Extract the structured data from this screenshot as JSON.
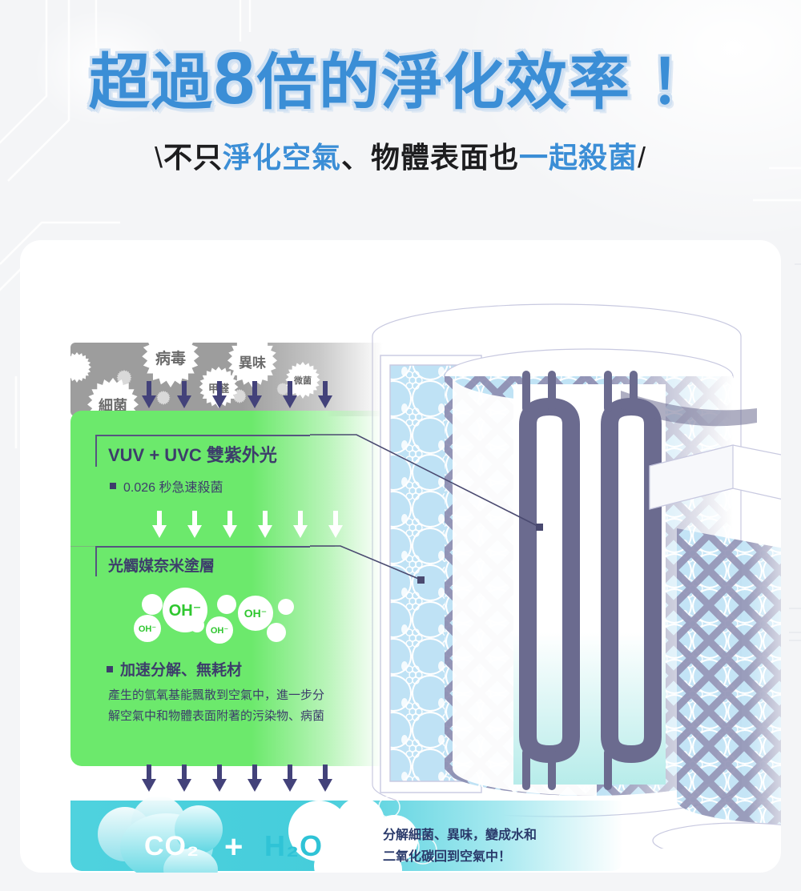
{
  "header": {
    "headline_prefix": "超過",
    "headline_number": "8",
    "headline_suffix": "倍的淨化效率 ！",
    "subhead_slash_open": "\\",
    "subhead_part1": "不只",
    "subhead_highlight1": "淨化空氣",
    "subhead_part2": "、物體表面也",
    "subhead_highlight2": "一起殺菌",
    "subhead_slash_close": "/",
    "accent_blue": "#3b8ed6"
  },
  "pollutants": {
    "items": [
      {
        "label": "病毒"
      },
      {
        "label": "異味"
      },
      {
        "label": "微菌"
      },
      {
        "label": "甲醛"
      },
      {
        "label": "細菌"
      }
    ],
    "band_color": "#9d9d9d"
  },
  "green_panel": {
    "bg_color": "#6ce96c",
    "text_color": "#3d3d6b",
    "stage1": {
      "title": "VUV + UVC 雙紫外光",
      "bullet": "0.026 秒急速殺菌"
    },
    "stage2": {
      "title": "光觸媒奈米塗層",
      "bullet": "加速分解、無耗材",
      "body": "產生的氫氧基能飄散到空氣中，進一步分解空氣中和物體表面附著的污染物、病菌",
      "ion_label": "OH⁻",
      "ion_color": "#2fc72f"
    }
  },
  "output_band": {
    "bg_color": "#45cddb",
    "co2_label": "CO₂",
    "plus": "+",
    "h2o_label": "H₂O",
    "co2_text_color": "#ffffff",
    "h2o_text_color": "#2fc3d6",
    "caption_line1": "分解細菌、異味，變成水和",
    "caption_line2": "二氧化碳回到空氣中！",
    "caption_color": "#2a3a6b"
  },
  "illustration": {
    "lamp_color": "#6b6b8f",
    "mesh_color": "#8b8bb0",
    "bead_color": "#bfe2f5",
    "name": "uv-photocatalyst-filter-cutaway"
  }
}
